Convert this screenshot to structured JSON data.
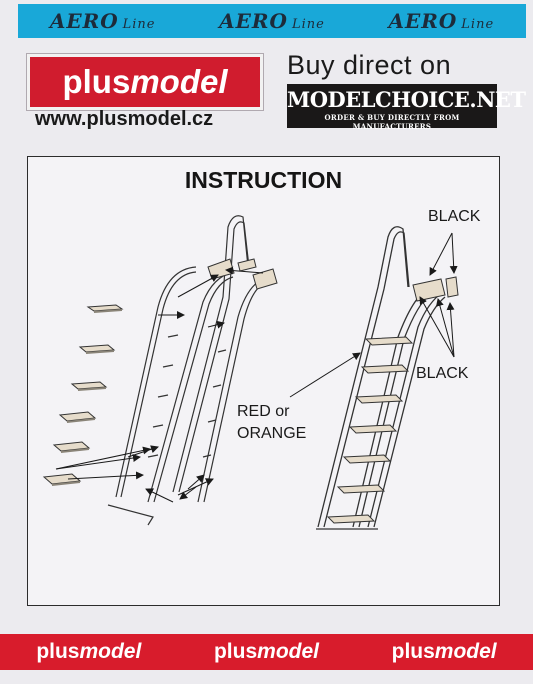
{
  "header": {
    "series": [
      {
        "main": "AERO",
        "sub": "Line"
      },
      {
        "main": "AERO",
        "sub": "Line"
      },
      {
        "main": "AERO",
        "sub": "Line"
      }
    ]
  },
  "brand": {
    "logo_plain": "plus",
    "logo_italic": "model",
    "url": "www.plusmodel.cz"
  },
  "retailer": {
    "buy_text": "Buy direct on",
    "name": "MODELCHOICE.NET",
    "tagline": "ORDER & BUY DIRECTLY FROM MANUFACTURERS"
  },
  "instruction": {
    "title": "INSTRUCTION",
    "labels": {
      "black_top": "BLACK",
      "black_mid": "BLACK",
      "red_line1": "RED or",
      "red_line2": "ORANGE"
    }
  },
  "footer": {
    "brands": [
      {
        "plain": "plus",
        "italic": "model"
      },
      {
        "plain": "plus",
        "italic": "model"
      },
      {
        "plain": "plus",
        "italic": "model"
      }
    ]
  },
  "colors": {
    "top_bar": "#19a8d8",
    "logo_red": "#d01c2e",
    "bottom_bar": "#d81c2c",
    "retailer_box": "#1a1818",
    "part_fill": "#e6dccb"
  }
}
